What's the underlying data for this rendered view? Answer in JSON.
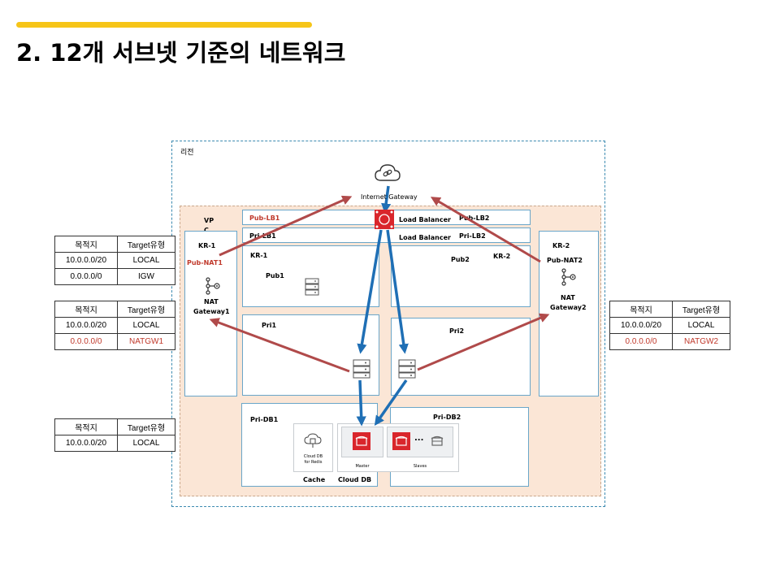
{
  "page": {
    "title": "2. 12개 서브넷 기준의 네트워크"
  },
  "diagram": {
    "region_label": "리전",
    "internet_gateway_label": "Internet Gateway",
    "vpc_label": "VP\nC",
    "vpc_label_line1": "VP",
    "vpc_label_line2": "C",
    "zones": {
      "left": {
        "label": "KR-1",
        "nat_subnet": "Pub-NAT1",
        "nat_line1": "NAT",
        "nat_line2": "Gateway1"
      },
      "right": {
        "label": "KR-2",
        "nat_subnet": "Pub-NAT2",
        "nat_line1": "NAT",
        "nat_line2": "Gateway2"
      }
    },
    "subnets": {
      "pub_lb1": "Pub-LB1",
      "pri_lb1": "Pri-LB1",
      "pub_lb2": "Pub-LB2",
      "pri_lb2": "Pri-LB2",
      "lb_label_1": "Load Balancer",
      "lb_label_2": "Load Balancer",
      "kr1_inner": "KR-1",
      "kr2_inner": "KR-2",
      "pub1": "Pub1",
      "pub2": "Pub2",
      "pri1": "Pri1",
      "pri2": "Pri2",
      "pri_db1": "Pri-DB1",
      "pri_db2": "Pri-DB2"
    },
    "db": {
      "redis_line1": "Cloud DB",
      "redis_line2": "for Redis",
      "master": "Master",
      "slaves": "Slaves",
      "ellipsis": "...",
      "cache_label": "Cache",
      "clouddb_label": "Cloud DB"
    },
    "colors": {
      "region_border": "#3b8ab0",
      "vpc_fill": "#fbe6d6",
      "arrow_blue": "#1f6fb5",
      "arrow_red": "#b04a4a",
      "highlight_red": "#c0392b",
      "title_bar": "#f6c518"
    }
  },
  "route_tables": [
    {
      "headers": [
        "목적지",
        "Target유형"
      ],
      "rows": [
        [
          "10.0.0.0/20",
          "LOCAL"
        ],
        [
          "0.0.0.0/0",
          "IGW"
        ]
      ]
    },
    {
      "headers": [
        "목적지",
        "Target유형"
      ],
      "rows": [
        [
          "10.0.0.0/20",
          "LOCAL"
        ],
        [
          "0.0.0.0/0",
          "NATGW1"
        ]
      ]
    },
    {
      "headers": [
        "목적지",
        "Target유형"
      ],
      "rows": [
        [
          "10.0.0.0/20",
          "LOCAL"
        ],
        [
          "0.0.0.0/0",
          "NATGW2"
        ]
      ]
    },
    {
      "headers": [
        "목적지",
        "Target유형"
      ],
      "rows": [
        [
          "10.0.0.0/20",
          "LOCAL"
        ]
      ]
    }
  ]
}
